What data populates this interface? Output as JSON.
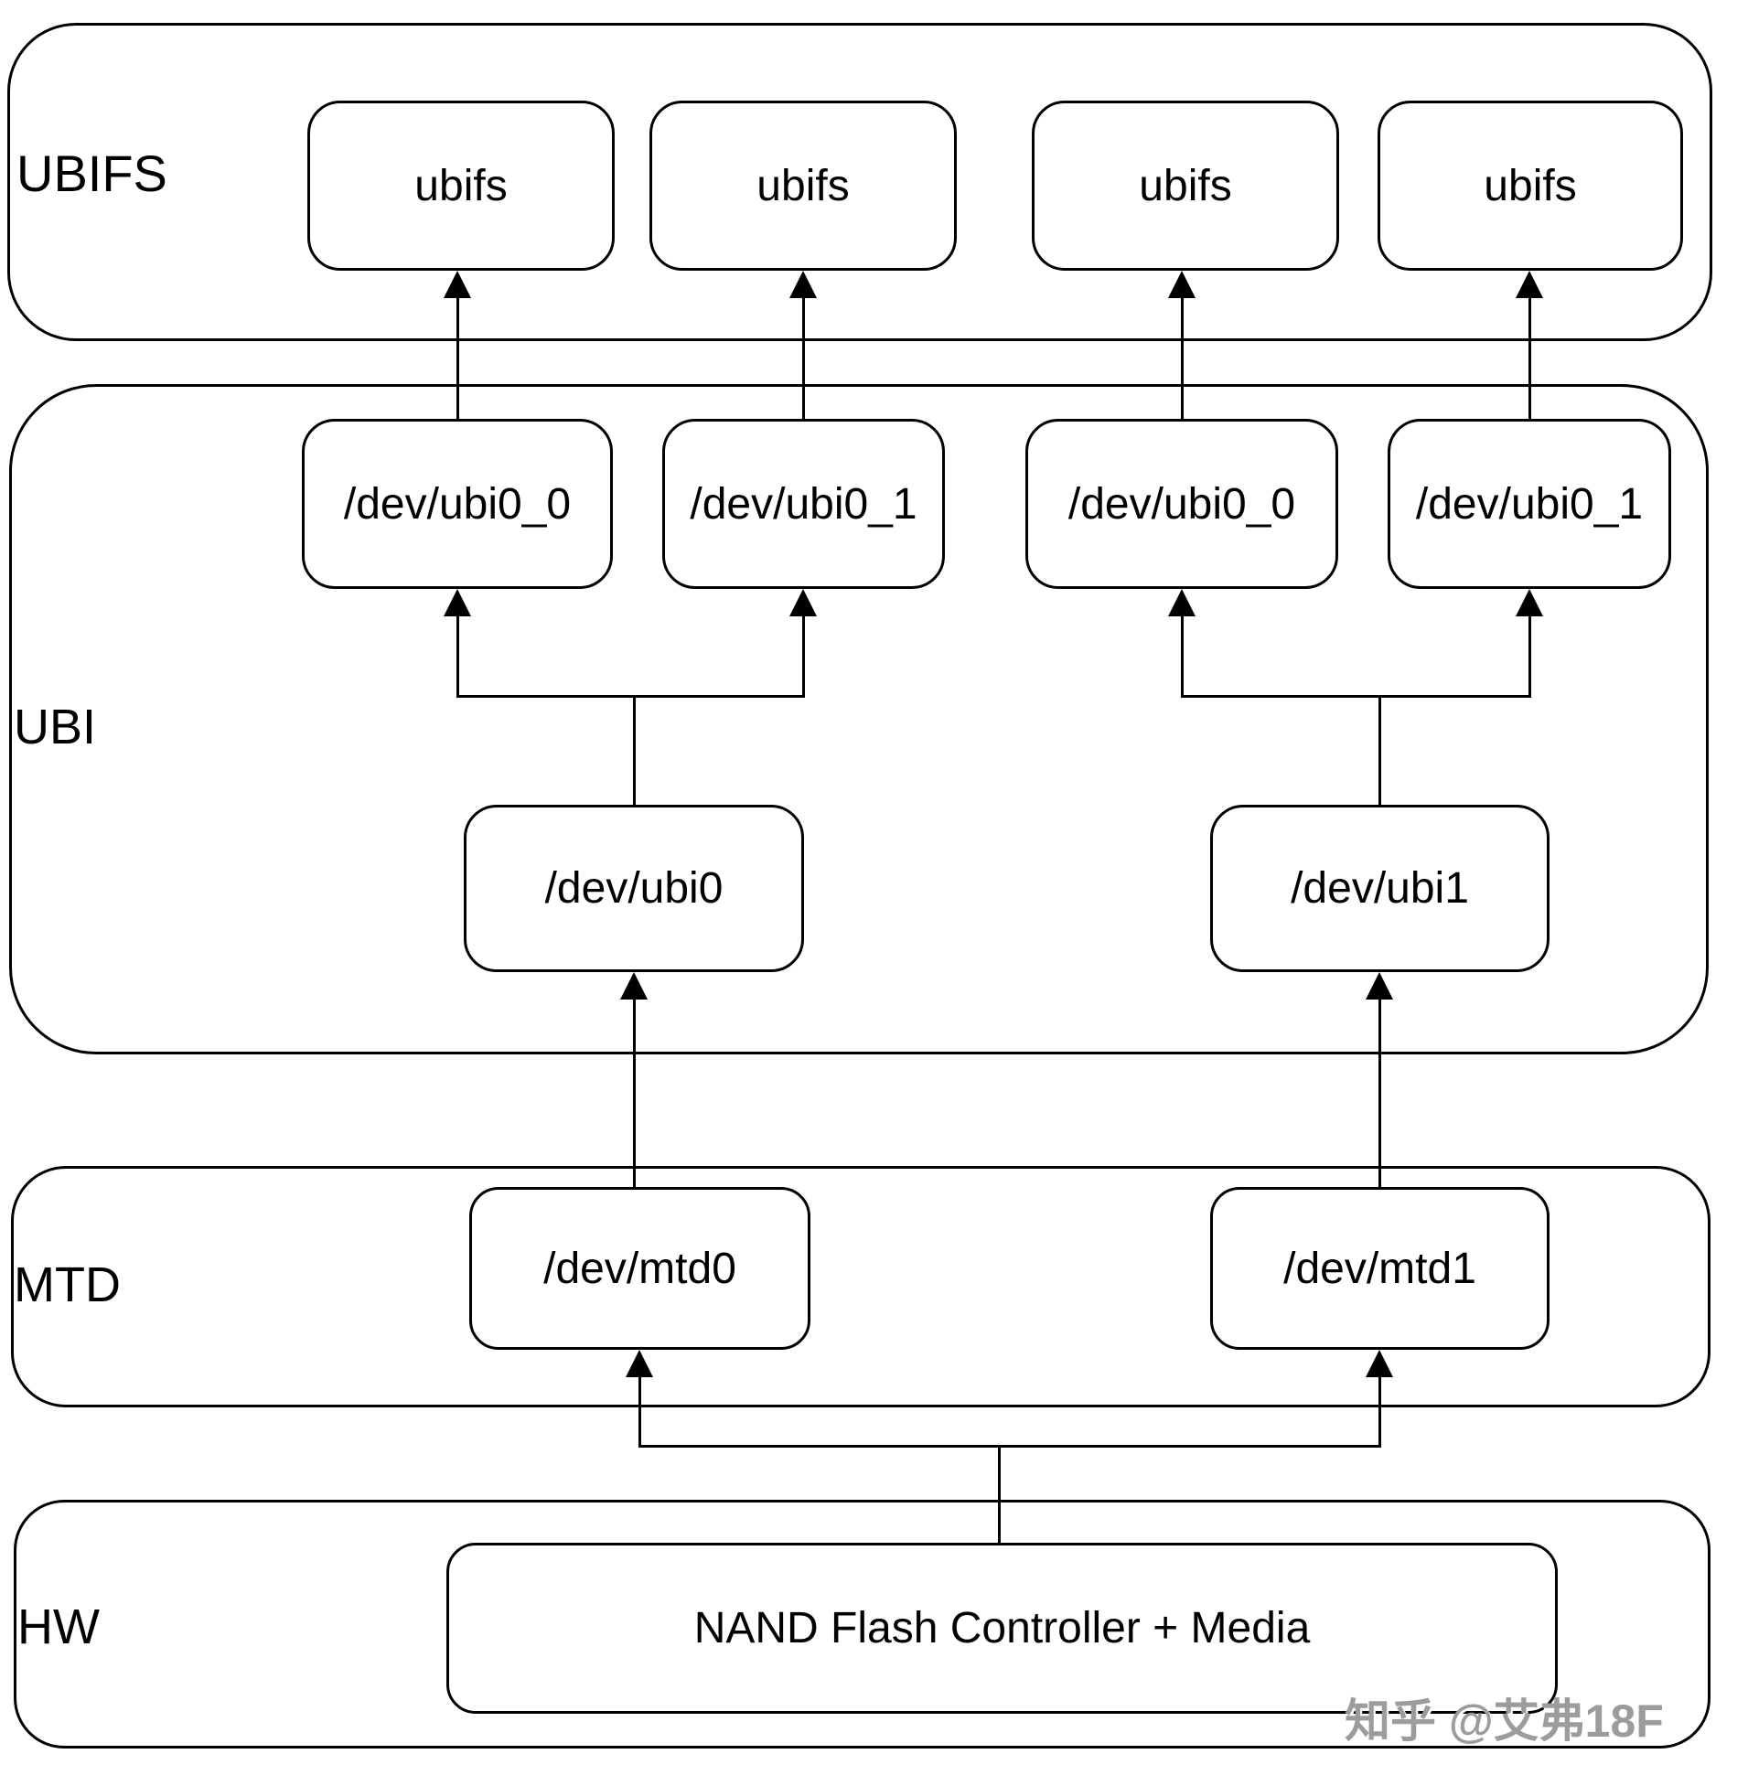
{
  "diagram": {
    "layers": [
      {
        "id": "ubifs",
        "label": "UBIFS"
      },
      {
        "id": "ubi",
        "label": "UBI"
      },
      {
        "id": "mtd",
        "label": "MTD"
      },
      {
        "id": "hw",
        "label": "HW"
      }
    ],
    "ubifs_nodes": [
      "ubifs",
      "ubifs",
      "ubifs",
      "ubifs"
    ],
    "volume_nodes": [
      "/dev/ubi0_0",
      "/dev/ubi0_1",
      "/dev/ubi0_0",
      "/dev/ubi0_1"
    ],
    "ubi_device_nodes": [
      "/dev/ubi0",
      "/dev/ubi1"
    ],
    "mtd_device_nodes": [
      "/dev/mtd0",
      "/dev/mtd1"
    ],
    "hw_node": "NAND Flash Controller + Media",
    "connections": [
      "/dev/ubi0 -> /dev/ubi0_0",
      "/dev/ubi0 -> /dev/ubi0_1",
      "/dev/ubi1 -> /dev/ubi0_0",
      "/dev/ubi1 -> /dev/ubi0_1",
      "volumes -> ubifs",
      "/dev/mtd0 -> /dev/ubi0",
      "/dev/mtd1 -> /dev/ubi1",
      "NAND Flash Controller + Media -> /dev/mtd0",
      "NAND Flash Controller + Media -> /dev/mtd1"
    ]
  },
  "watermark": {
    "text": "知乎 @艾弗18F",
    "color": "#9c9c9c"
  },
  "colors": {
    "line": "#000000",
    "box_fill": "#ffffff",
    "background": "#ffffff"
  }
}
